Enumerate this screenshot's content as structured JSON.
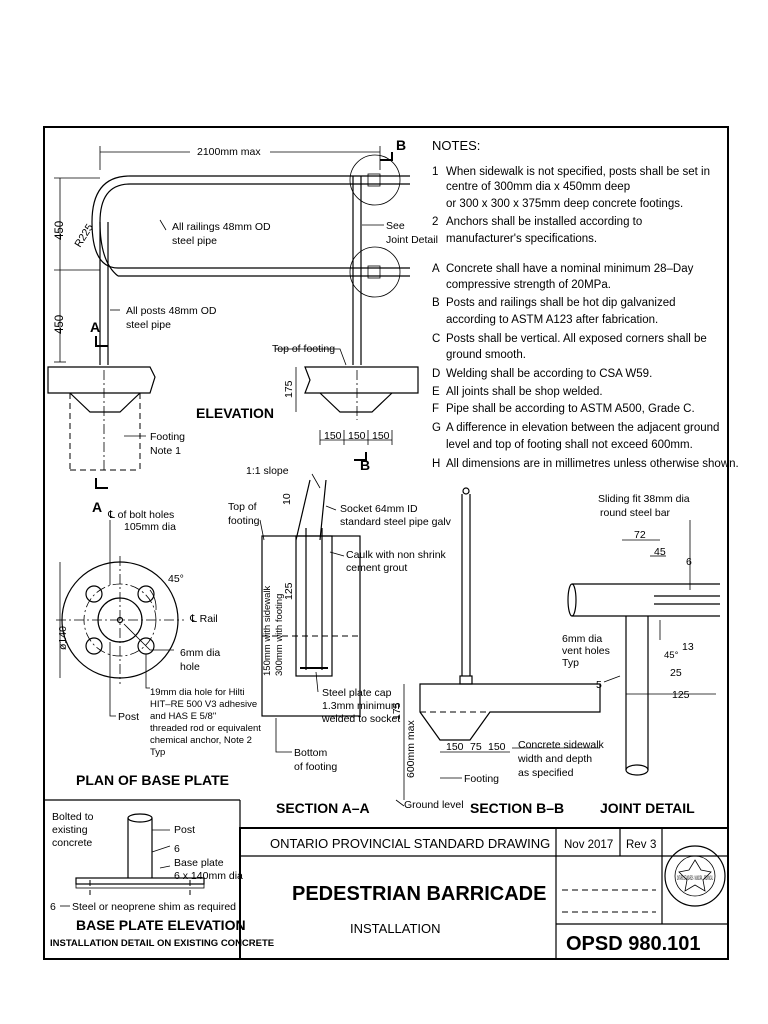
{
  "notes": {
    "heading": "NOTES:",
    "items": [
      {
        "key": "1",
        "lines": [
          "When sidewalk is not specified, posts shall be set in",
          "centre of 300mm dia x 450mm deep",
          "or 300 x 300 x 375mm deep concrete footings."
        ]
      },
      {
        "key": "2",
        "lines": [
          "Anchors shall be installed according to",
          "manufacturer's specifications."
        ]
      },
      {
        "key": "A",
        "lines": [
          "Concrete shall have a nominal minimum 28–Day",
          "compressive strength of 20MPa."
        ]
      },
      {
        "key": "B",
        "lines": [
          "Posts and railings shall be hot dip galvanized",
          "according to ASTM A123 after fabrication."
        ]
      },
      {
        "key": "C",
        "lines": [
          "Posts shall be vertical. All exposed corners shall be",
          "ground smooth."
        ]
      },
      {
        "key": "D",
        "lines": [
          "Welding shall be according to CSA W59."
        ]
      },
      {
        "key": "E",
        "lines": [
          "All joints shall be shop welded."
        ]
      },
      {
        "key": "F",
        "lines": [
          "Pipe shall be according to ASTM A500, Grade C."
        ]
      },
      {
        "key": "G",
        "lines": [
          "A difference in elevation between the adjacent ground",
          "level and top of footing shall not exceed 600mm."
        ]
      },
      {
        "key": "H",
        "lines": [
          "All dimensions are in millimetres unless otherwise shown."
        ]
      }
    ]
  },
  "elevation": {
    "title": "ELEVATION",
    "dim_width": "2100mm max",
    "dim_450_top": "450",
    "dim_450_bottom": "450",
    "radius": "R225",
    "railings_note": [
      "All railings 48mm OD",
      "steel pipe"
    ],
    "posts_note": [
      "All posts 48mm OD",
      "steel pipe"
    ],
    "joint_note": [
      "See",
      "Joint Detail"
    ],
    "top_of_footing": "Top of footing",
    "dim_175": "175",
    "dim_150a": "150",
    "dim_150b": "150",
    "dim_150c": "150",
    "footing_note": [
      "Footing",
      "Note 1"
    ],
    "marker_a": "A",
    "marker_b": "B"
  },
  "plan": {
    "title": "PLAN OF BASE PLATE",
    "bolt_holes": [
      "℄ of bolt holes",
      "105mm dia"
    ],
    "angle": "45°",
    "rail": "℄ Rail",
    "dia": "ø140",
    "vent": [
      "6mm dia",
      "hole"
    ],
    "hole_note": [
      "19mm dia hole for Hilti",
      "HIT–RE 500 V3 adhesive",
      "and HAS E 5/8\"",
      "threaded rod or equivalent",
      "chemical anchor, Note 2",
      "Typ"
    ],
    "post": "Post",
    "marker_a": "A"
  },
  "section_aa": {
    "title": "SECTION A–A",
    "slope": "1:1 slope",
    "dim_10": "10",
    "top_of_footing": [
      "Top of",
      "footing"
    ],
    "socket": [
      "Socket 64mm ID",
      "standard steel pipe galv"
    ],
    "caulk": [
      "Caulk with non shrink",
      "cement grout"
    ],
    "dim_125": "125",
    "dim_150_sidewalk": "150mm with sidewalk",
    "dim_300_footing": "300mm with footing",
    "plate_cap": [
      "Steel plate cap",
      "1.3mm minimum",
      "welded to socket"
    ],
    "bottom": [
      "Bottom",
      "of footing"
    ],
    "marker_b": "B"
  },
  "section_bb": {
    "title": "SECTION B–B",
    "dim_175": "175",
    "dim_600": "600mm max",
    "dim_150a": "150",
    "dim_75": "75",
    "dim_150b": "150",
    "sidewalk": [
      "Concrete sidewalk",
      "width and depth",
      "as specified"
    ],
    "footing": "Footing",
    "ground": "Ground level"
  },
  "joint": {
    "title": "JOINT DETAIL",
    "sliding": [
      "Sliding fit 38mm dia",
      "round steel bar"
    ],
    "dim_72": "72",
    "dim_45": "45",
    "dim_6": "6",
    "dim_13": "13",
    "angle": "45°",
    "vent": [
      "6mm dia",
      "vent holes",
      "Typ"
    ],
    "weld": "5",
    "dim_25": "25",
    "dim_125": "125"
  },
  "base_plate_elev": {
    "title": "BASE PLATE ELEVATION",
    "subtitle": "INSTALLATION DETAIL ON EXISTING CONCRETE",
    "bolted": [
      "Bolted to",
      "existing",
      "concrete"
    ],
    "post": "Post",
    "weld": "6",
    "plate": [
      "Base plate",
      "6 x 140mm dia"
    ],
    "shim": "Steel or neoprene shim as required",
    "dim_6": "6"
  },
  "title_block": {
    "agency": "ONTARIO PROVINCIAL STANDARD DRAWING",
    "date": "Nov 2017",
    "rev_label": "Rev",
    "rev": "3",
    "title": "PEDESTRIAN BARRICADE",
    "subtitle": "INSTALLATION",
    "number": "OPSD 980.101",
    "seal_text": "ONTARIO STANDARDS · MUNICIPAL · PROVINCIAL"
  }
}
